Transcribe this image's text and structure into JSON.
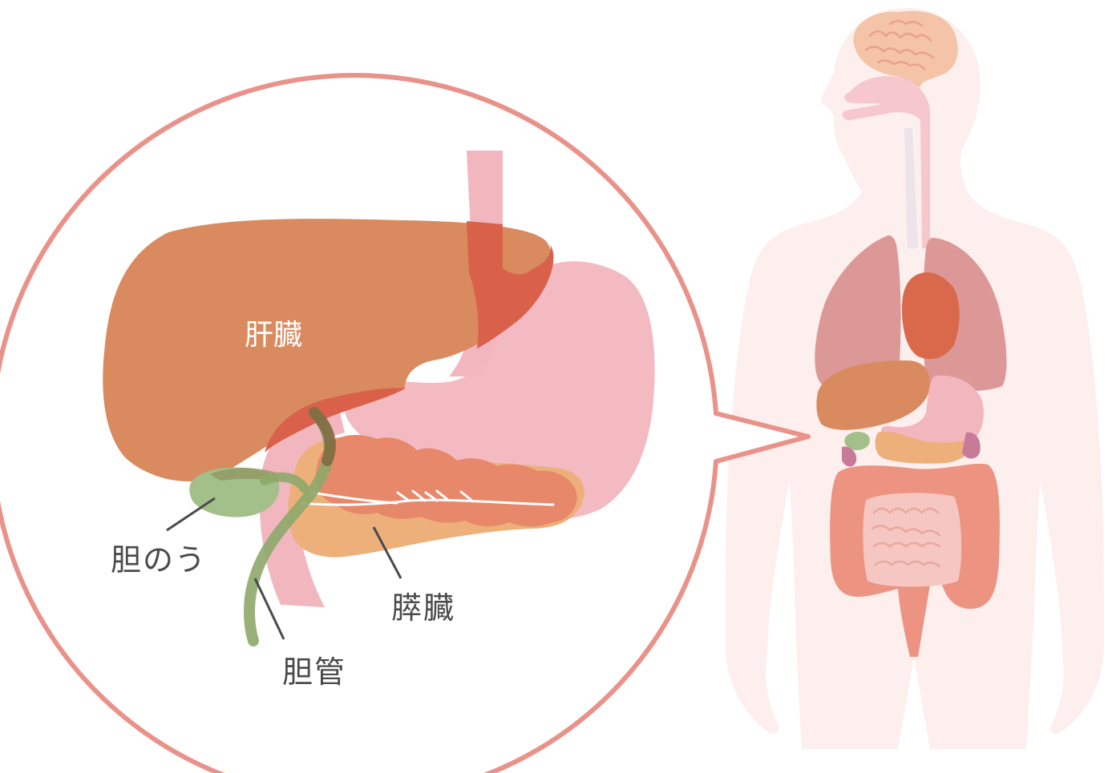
{
  "labels": {
    "liver": "肝臓",
    "gallbladder": "胆のう",
    "bile_duct": "胆管",
    "pancreas": "膵臓"
  },
  "colors": {
    "circle_stroke": "#e9928a",
    "liver": "#d98a5f",
    "stomach": "#f2b6bf",
    "overlap": "#d9614a",
    "pancreas_back": "#edb07a",
    "pancreas_front": "#e8886a",
    "gallbladder": "#a3bf8a",
    "bile_duct": "#8ea86a",
    "body_silhouette": "#fcefed",
    "leader_line": "#4a4a4a"
  }
}
